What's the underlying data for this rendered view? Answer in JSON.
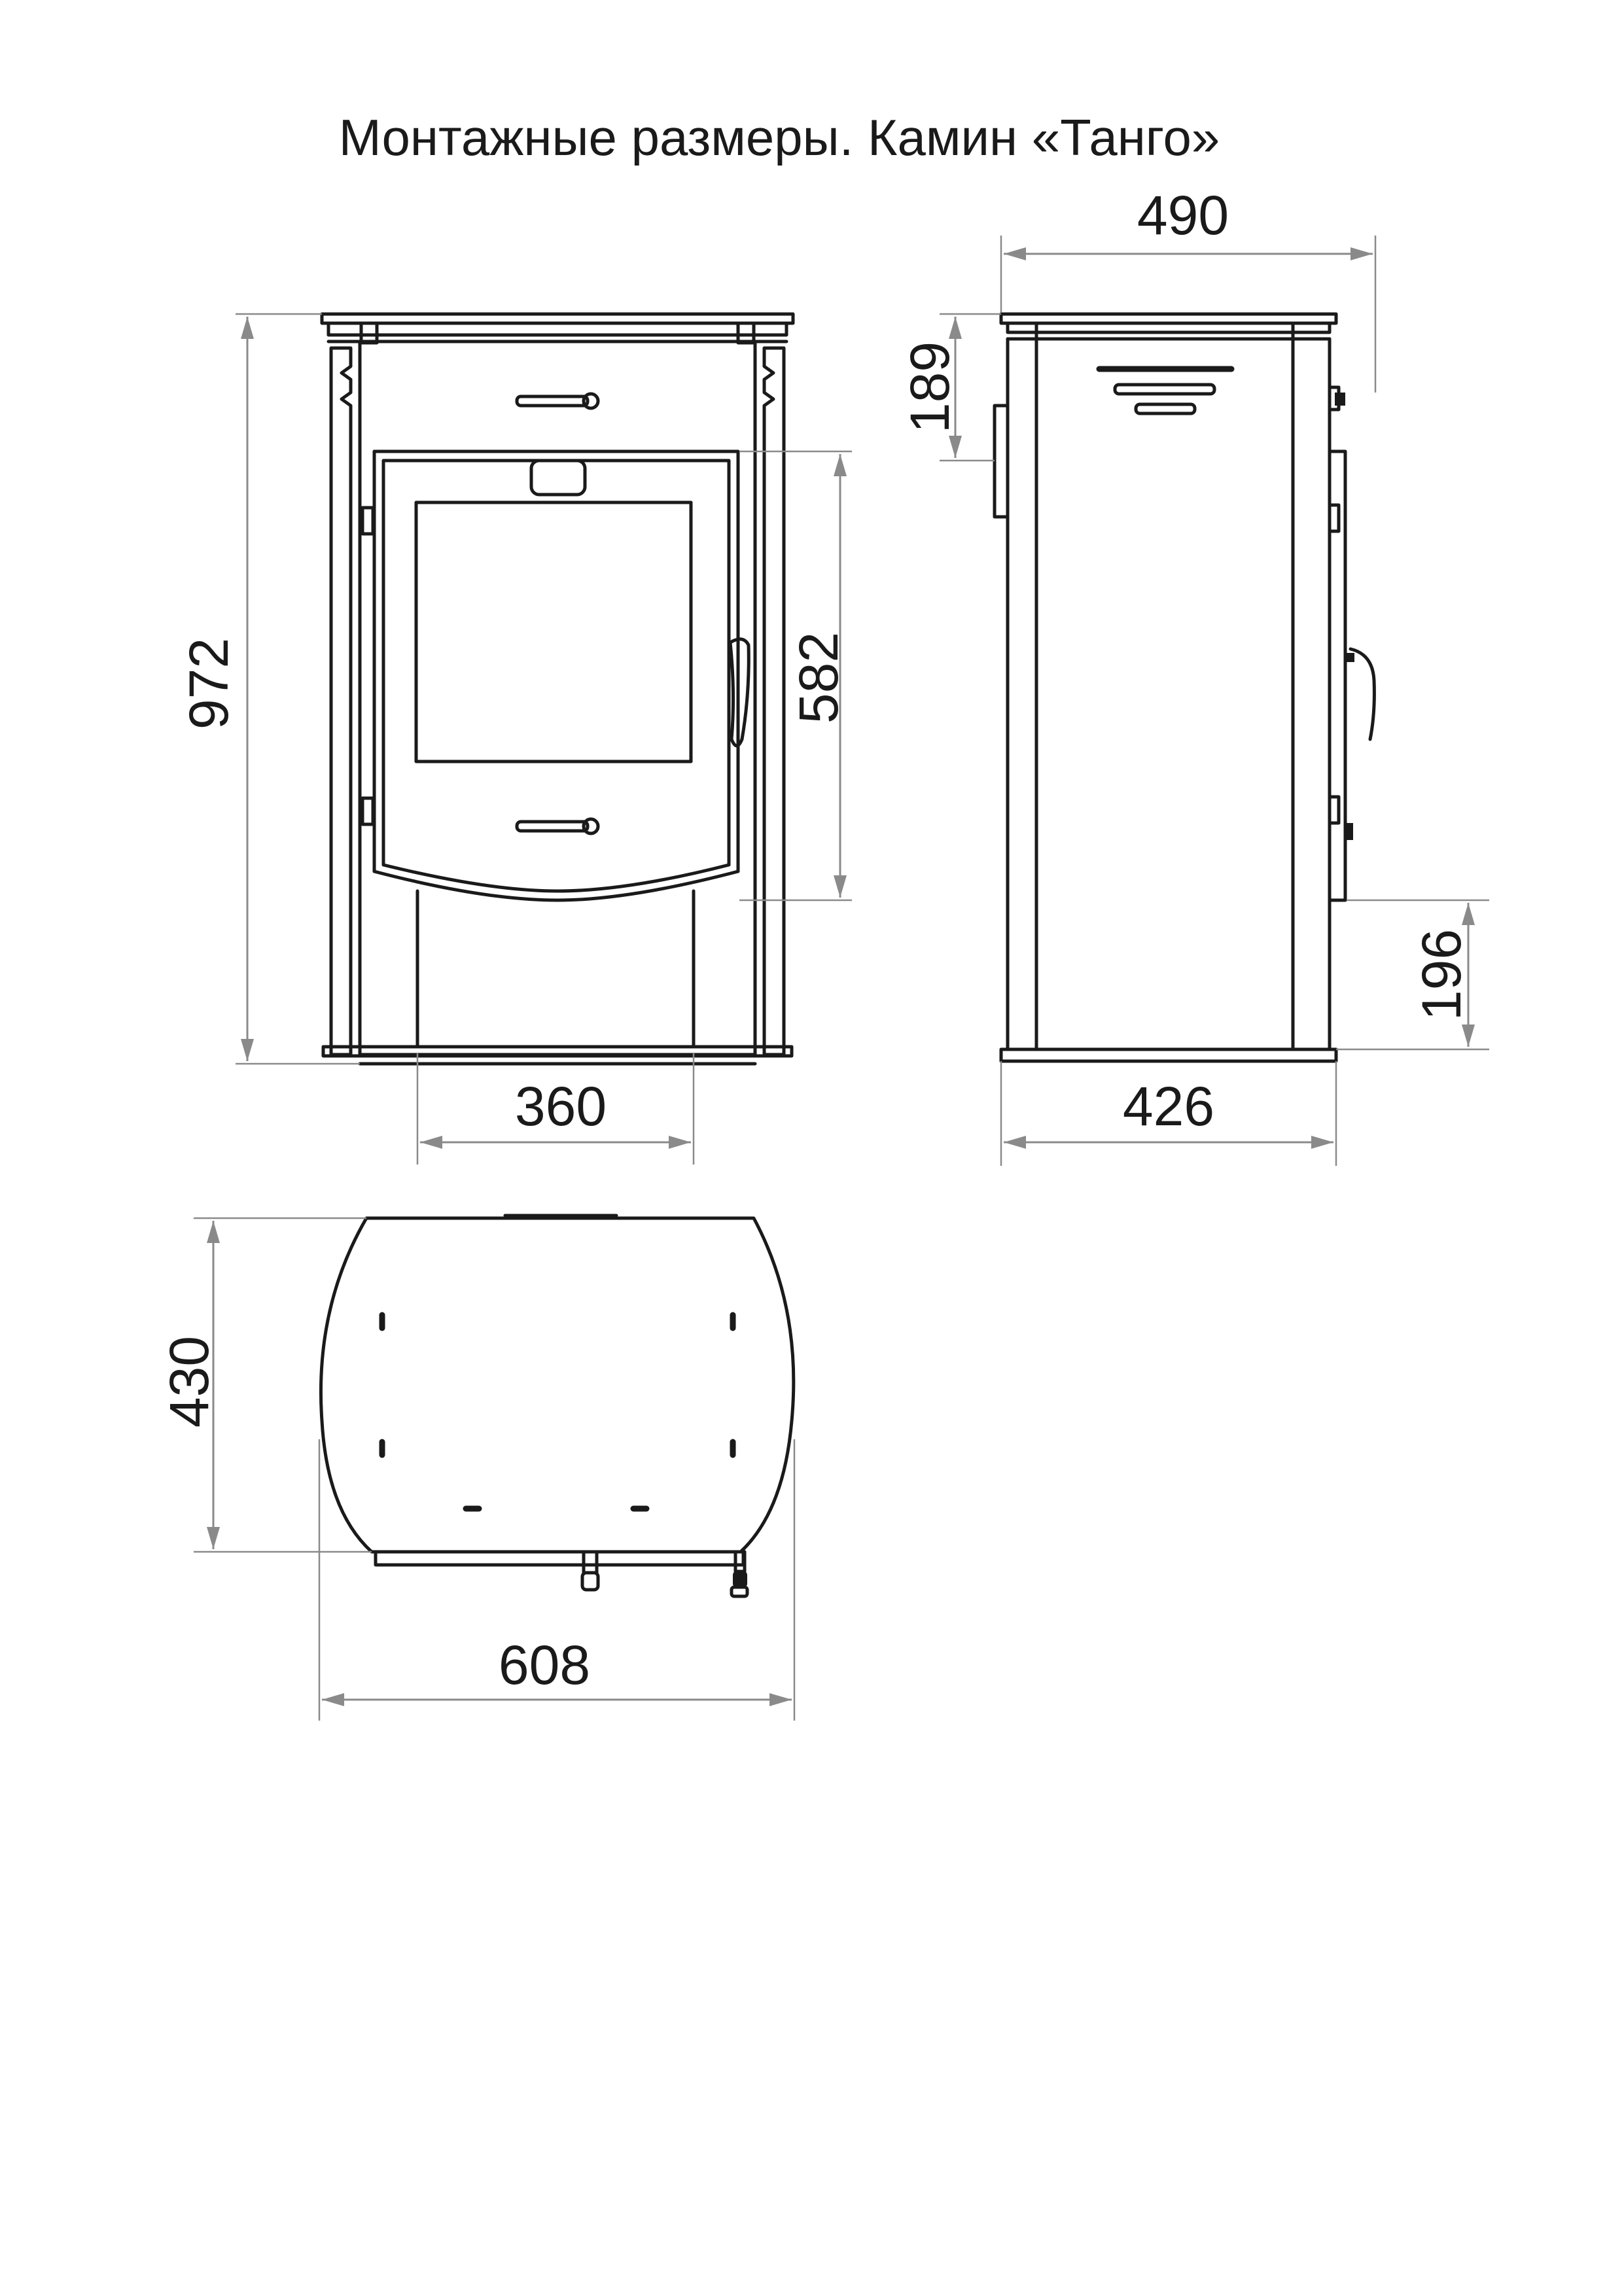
{
  "title": "Монтажные размеры. Камин «Танго»",
  "views": {
    "front": {
      "height_label": "972",
      "door_height_label": "582",
      "base_width_label": "360"
    },
    "side": {
      "depth_label": "490",
      "top_offset_label": "189",
      "bottom_offset_label": "196",
      "base_depth_label": "426"
    },
    "top": {
      "depth_label": "430",
      "width_label": "608"
    }
  }
}
